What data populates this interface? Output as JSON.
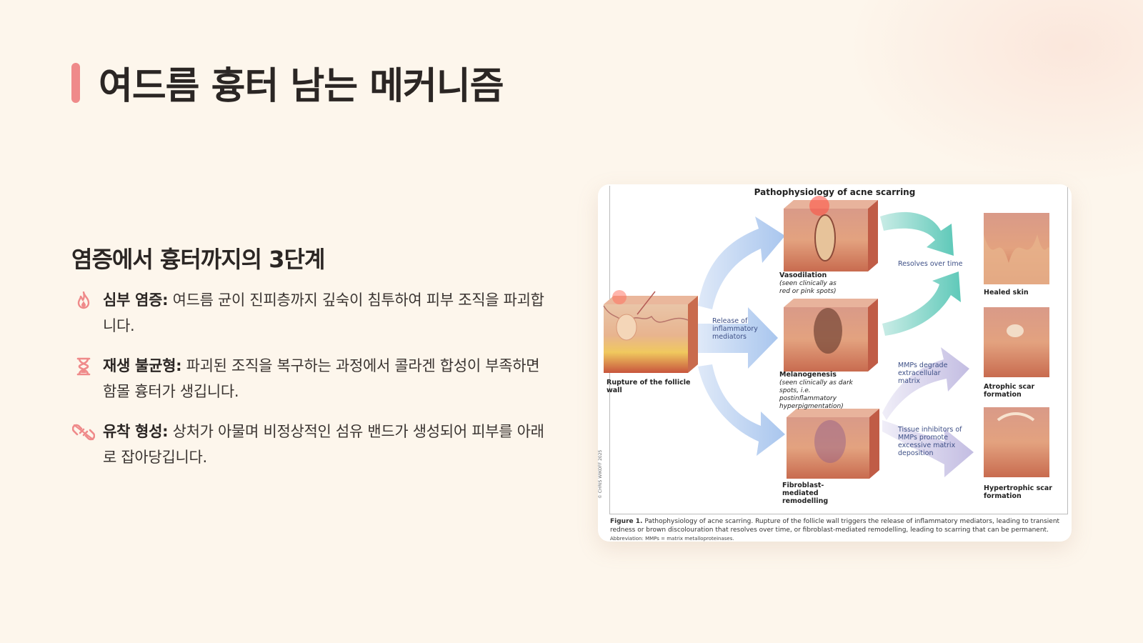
{
  "title": "여드름 흉터 남는 메커니즘",
  "subtitle": "염증에서 흉터까지의 3단계",
  "points": [
    {
      "icon": "fire-icon",
      "label": "심부 염증:",
      "text": " 여드름 균이 진피층까지 깊숙이 침투하여 피부 조직을 파괴합니다."
    },
    {
      "icon": "hourglass-icon",
      "label": "재생 불균형:",
      "text": " 파괴된 조직을 복구하는 과정에서 콜라겐 합성이 부족하면 함몰 흉터가 생깁니다."
    },
    {
      "icon": "broken-link-icon",
      "label": "유착 형성:",
      "text": " 상처가 아물며 비정상적인 섬유 밴드가 생성되어 피부를 아래로 잡아당깁니다."
    }
  ],
  "colors": {
    "accent": "#ef8a8a",
    "background": "#fdf6ec"
  },
  "figure": {
    "title": "Pathophysiology of acne scarring",
    "labels": {
      "rupture": "Rupture of the follicle wall",
      "release": "Release of inflammatory mediators",
      "vasodilation": "Vasodilation",
      "vasodilation_note": "(seen clinically as red or pink spots)",
      "melanogenesis": "Melanogenesis",
      "melanogenesis_note": "(seen clinically as dark spots, i.e. postinflammatory hyperpigmentation)",
      "fibroblast": "Fibroblast-mediated remodelling",
      "resolves": "Resolves over time",
      "mmps_degrade": "MMPs degrade extracellular matrix",
      "tissue_inhibitors": "Tissue inhibitors of MMPs promote excessive matrix deposition",
      "healed": "Healed skin",
      "atrophic": "Atrophic scar formation",
      "hypertrophic": "Hypertrophic scar formation"
    },
    "copyright": "© CHRIS WIKOFF 2025",
    "caption_label": "Figure 1.",
    "caption_text": " Pathophysiology of acne scarring. Rupture of the follicle wall triggers the release of inflammatory mediators, leading to transient redness or brown discolouration that resolves over time, or fibroblast-mediated remodelling, leading to scarring that can be permanent.",
    "abbreviation": "Abbreviation: MMPs = matrix metalloproteinases."
  }
}
